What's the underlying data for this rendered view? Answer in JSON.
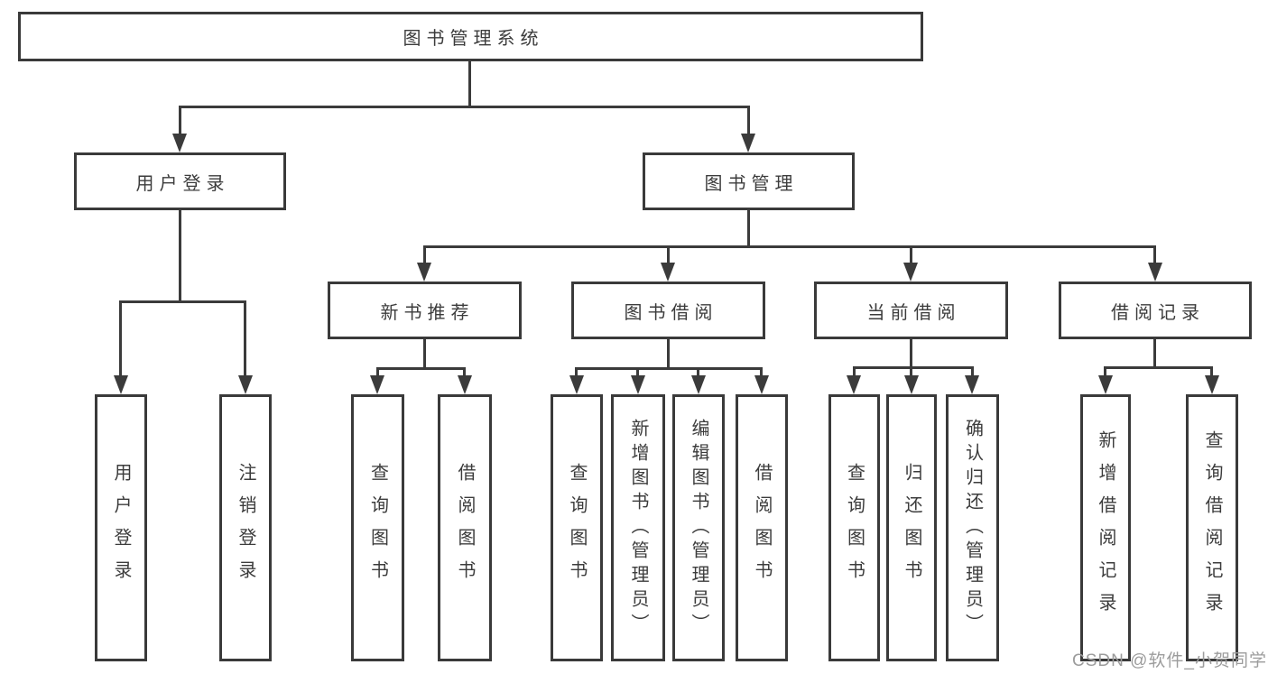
{
  "diagram_title": "图书管理系统",
  "watermark": "CSDN @软件_小贺同学",
  "colors": {
    "background": "#ffffff",
    "box_border": "#3a3a3a",
    "connector_line": "#3b3b3b",
    "text": "#3c3c3c",
    "watermark_text": "#9c9c9c"
  },
  "nodes": {
    "root": {
      "label": "图书管理系统"
    },
    "user_login": {
      "label": "用户登录"
    },
    "book_mgmt": {
      "label": "图书管理"
    },
    "new_book_rec": {
      "label": "新书推荐"
    },
    "book_borrow": {
      "label": "图书借阅"
    },
    "current_borrow": {
      "label": "当前借阅"
    },
    "borrow_record": {
      "label": "借阅记录"
    },
    "leaves": {
      "ul_login": {
        "label": "用户登录"
      },
      "ul_logout": {
        "label": "注销登录"
      },
      "nb_query": {
        "label": "查询图书"
      },
      "nb_borrow": {
        "label": "借阅图书"
      },
      "bb_query": {
        "label": "查询图书"
      },
      "bb_add": {
        "label": "新增图书（管理员）"
      },
      "bb_edit": {
        "label": "编辑图书（管理员）"
      },
      "bb_borrow": {
        "label": "借阅图书"
      },
      "cb_query": {
        "label": "查询图书"
      },
      "cb_return": {
        "label": "归还图书"
      },
      "cb_confirm": {
        "label": "确认归还（管理员）"
      },
      "br_add": {
        "label": "新增借阅记录"
      },
      "br_query": {
        "label": "查询借阅记录"
      }
    }
  },
  "tree": {
    "图书管理系统": {
      "用户登录": [
        "用户登录",
        "注销登录"
      ],
      "图书管理": {
        "新书推荐": [
          "查询图书",
          "借阅图书"
        ],
        "图书借阅": [
          "查询图书",
          "新增图书（管理员）",
          "编辑图书（管理员）",
          "借阅图书"
        ],
        "当前借阅": [
          "查询图书",
          "归还图书",
          "确认归还（管理员）"
        ],
        "借阅记录": [
          "新增借阅记录",
          "查询借阅记录"
        ]
      }
    }
  }
}
